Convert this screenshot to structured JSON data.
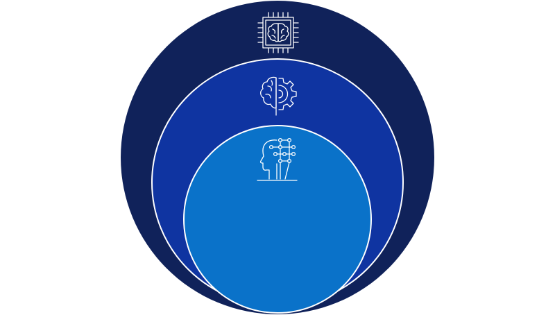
{
  "diagram": {
    "type": "nested-circles",
    "layers": [
      {
        "level": "outer",
        "icon": "ai-chip-brain-icon",
        "color": "#10225a"
      },
      {
        "level": "middle",
        "icon": "brain-gear-icon",
        "color": "#0f34a1"
      },
      {
        "level": "inner",
        "icon": "head-neural-net-icon",
        "color": "#0a72c9"
      }
    ],
    "background": "#ffffff",
    "stroke_color": "#ffffff"
  }
}
